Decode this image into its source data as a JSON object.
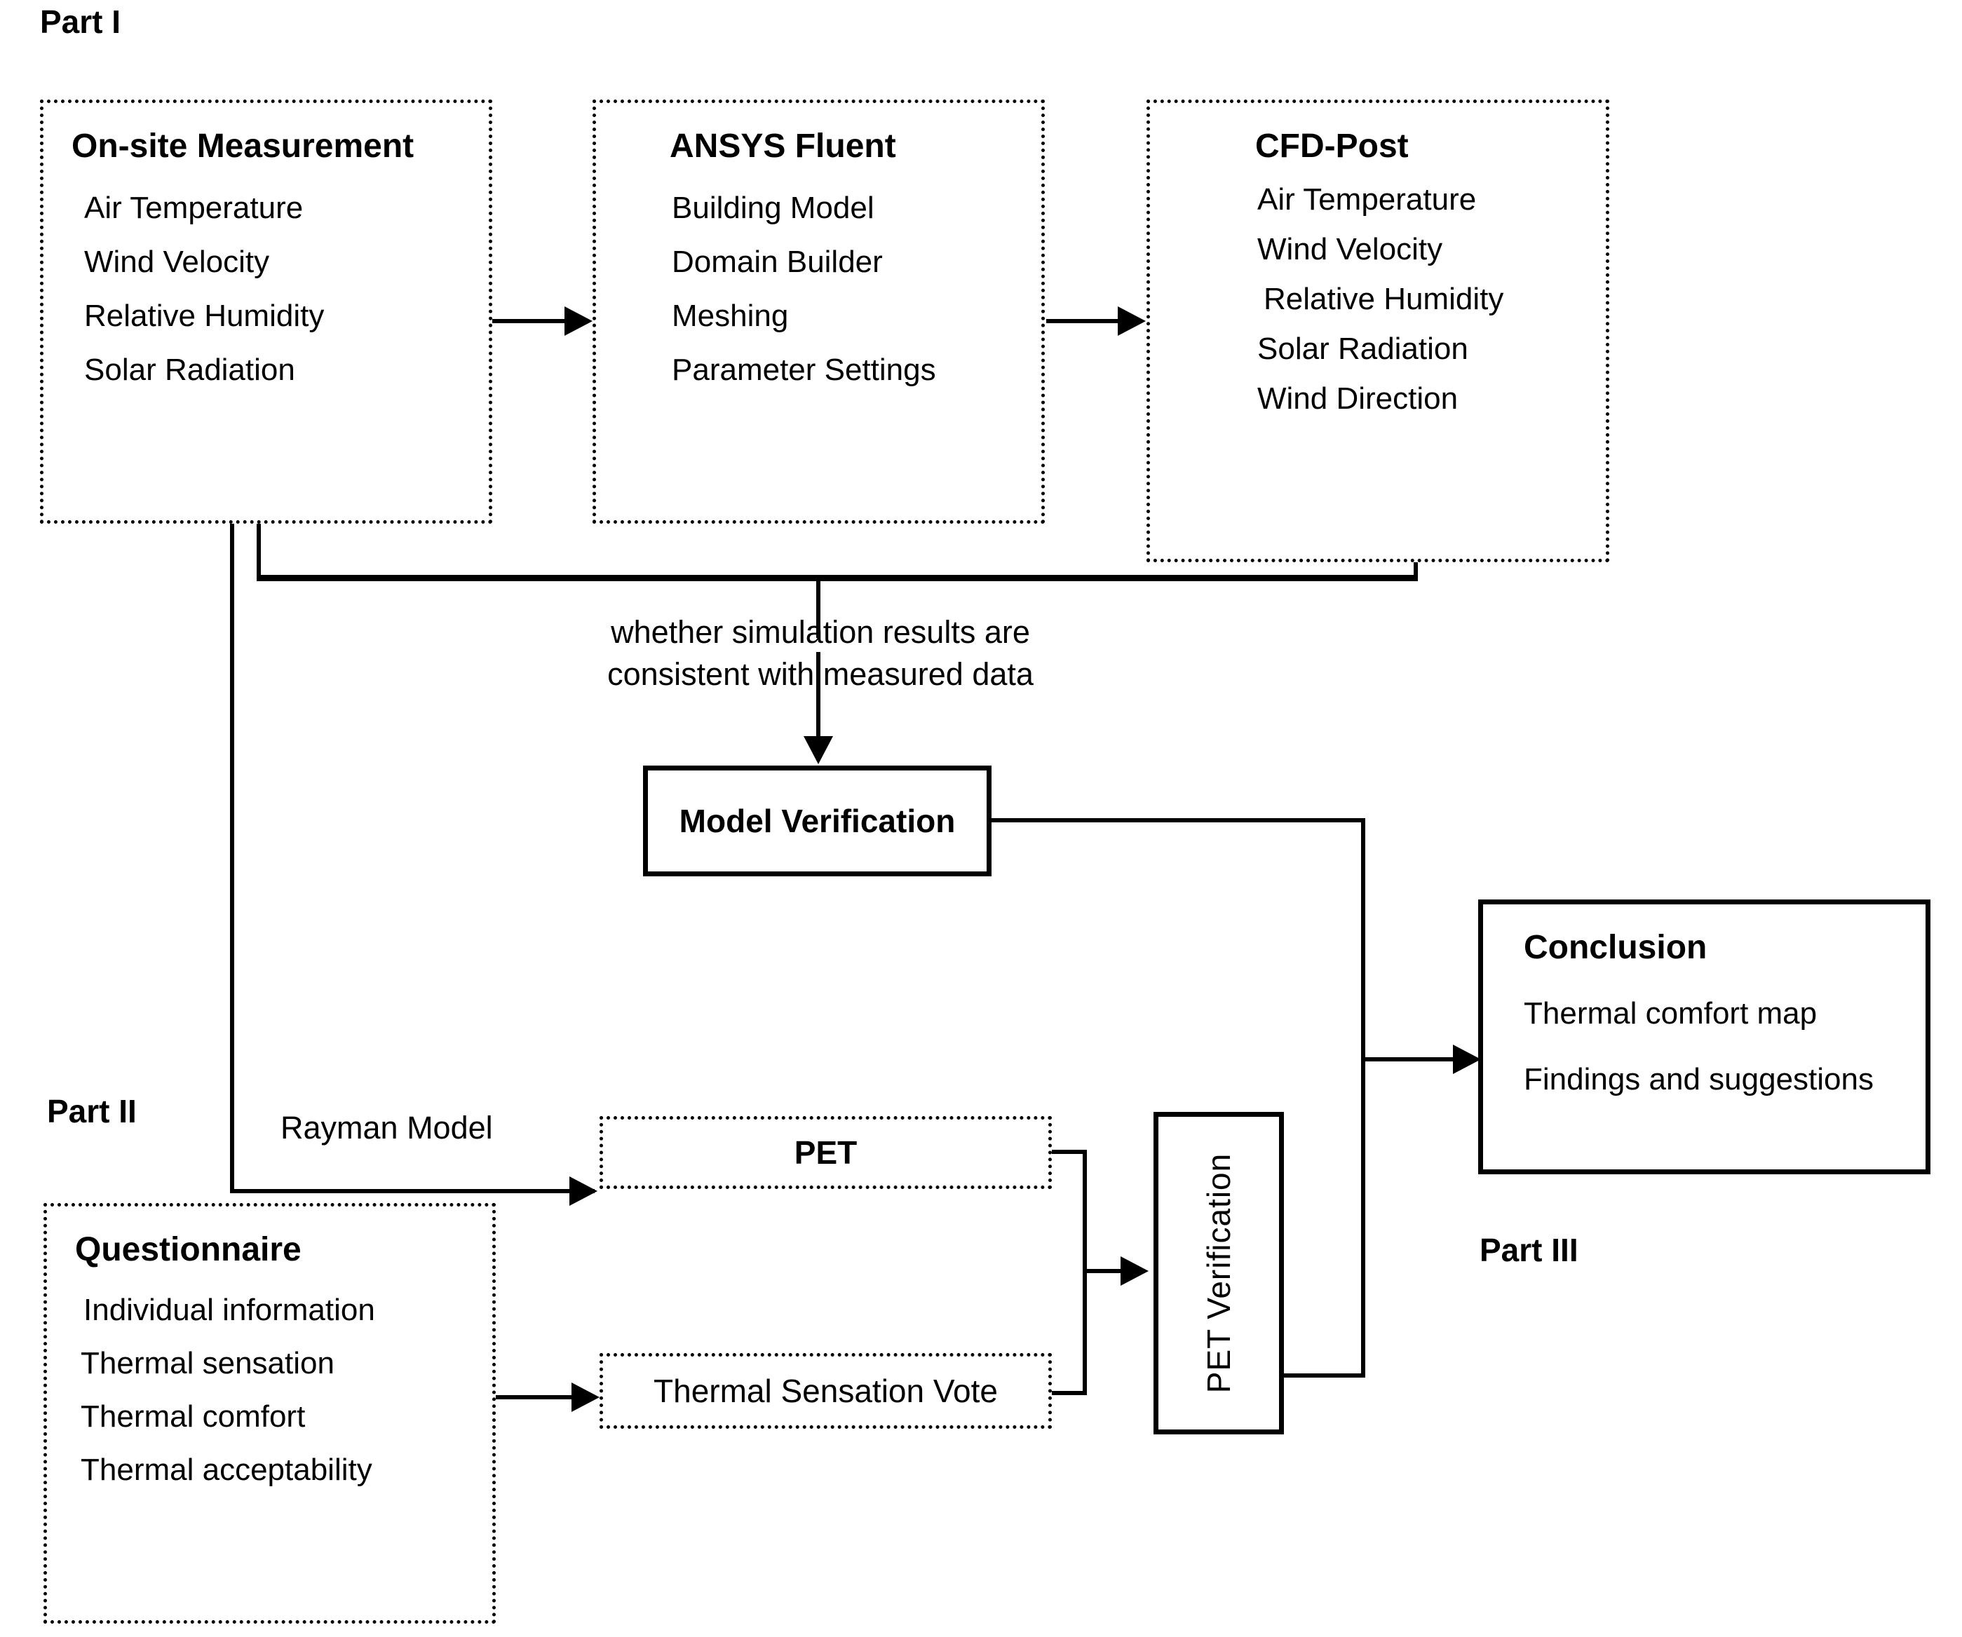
{
  "parts": {
    "part1": "Part I",
    "part2": "Part II",
    "part3": "Part III"
  },
  "nodes": {
    "onsite": {
      "title": "On-site Measurement",
      "items": [
        "Air Temperature",
        "Wind Velocity",
        "Relative Humidity",
        "Solar Radiation"
      ]
    },
    "ansys": {
      "title": "ANSYS Fluent",
      "items": [
        "Building Model",
        "Domain Builder",
        "Meshing",
        "Parameter Settings"
      ]
    },
    "cfdpost": {
      "title": "CFD-Post",
      "items": [
        "Air Temperature",
        "Wind Velocity",
        "Relative Humidity",
        "Solar Radiation",
        "Wind Direction"
      ]
    },
    "model_verification": {
      "title": "Model Verification"
    },
    "conclusion": {
      "title": "Conclusion",
      "items": [
        "Thermal comfort map",
        "Findings and suggestions"
      ]
    },
    "questionnaire": {
      "title": "Questionnaire",
      "items": [
        "Individual information",
        "Thermal sensation",
        "Thermal comfort",
        "Thermal acceptability"
      ]
    },
    "pet": {
      "title": "PET"
    },
    "tsv": {
      "title": "Thermal Sensation Vote"
    },
    "pet_verification": {
      "title": "PET Verification"
    }
  },
  "edges": {
    "verification_question_line1": "whether simulation results are",
    "verification_question_line2": "consistent with measured data",
    "rayman_model": "Rayman Model"
  },
  "colors": {
    "line": "#000000",
    "background": "#ffffff",
    "text": "#000000"
  }
}
